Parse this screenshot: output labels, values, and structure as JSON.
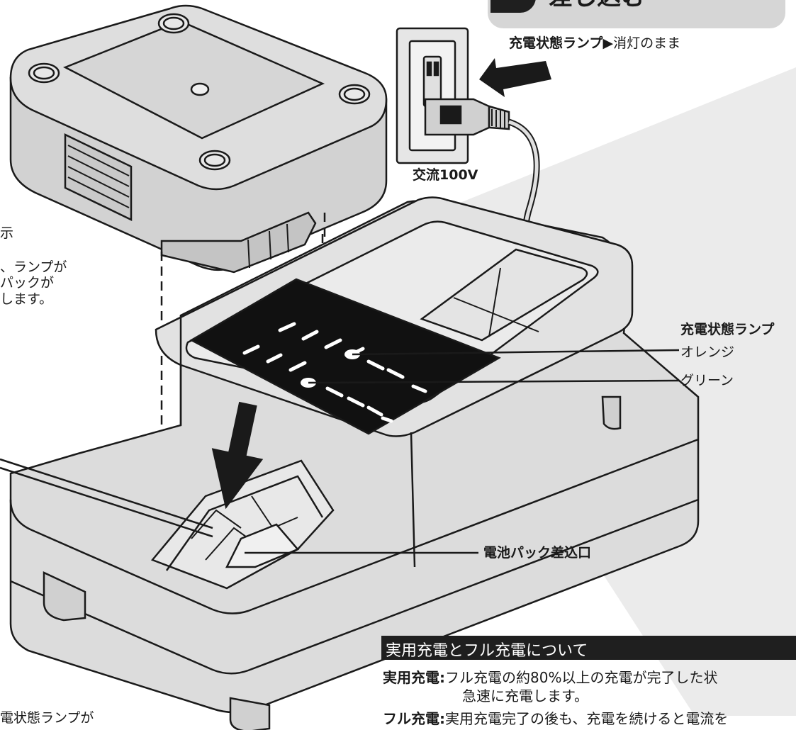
{
  "step": {
    "title": "差し込む"
  },
  "outlet": {
    "lamp_status_label": "充電状態ランプ",
    "lamp_status_arrow": "▶",
    "lamp_status_value": "消灯のまま",
    "voltage_label": "交流100V"
  },
  "left_fragments": {
    "line1": "示",
    "line2": "、ランプが",
    "line3": "パックが",
    "line4": "します。",
    "bottom": "電状態ランプが"
  },
  "charger_labels": {
    "lamp_title": "充電状態ランプ",
    "orange": "オレンジ",
    "green": "グリーン",
    "slot": "電池パック差込口"
  },
  "section": {
    "title": "実用充電とフル充電について",
    "practical_term": "実用充電",
    "practical_colon": ":",
    "practical_text": "フル充電の約80%以上の充電が完了した状",
    "practical_text2": "急速に充電します。",
    "full_term": "フル充電",
    "full_colon": ":",
    "full_text": "実用充電完了の後も、充電を続けると電流を"
  },
  "colors": {
    "device_fill": "#d9d9d9",
    "device_stroke": "#1a1a1a",
    "panel": "#111111",
    "shade": "#ebebeb",
    "section_bar": "#1f1f1f"
  }
}
